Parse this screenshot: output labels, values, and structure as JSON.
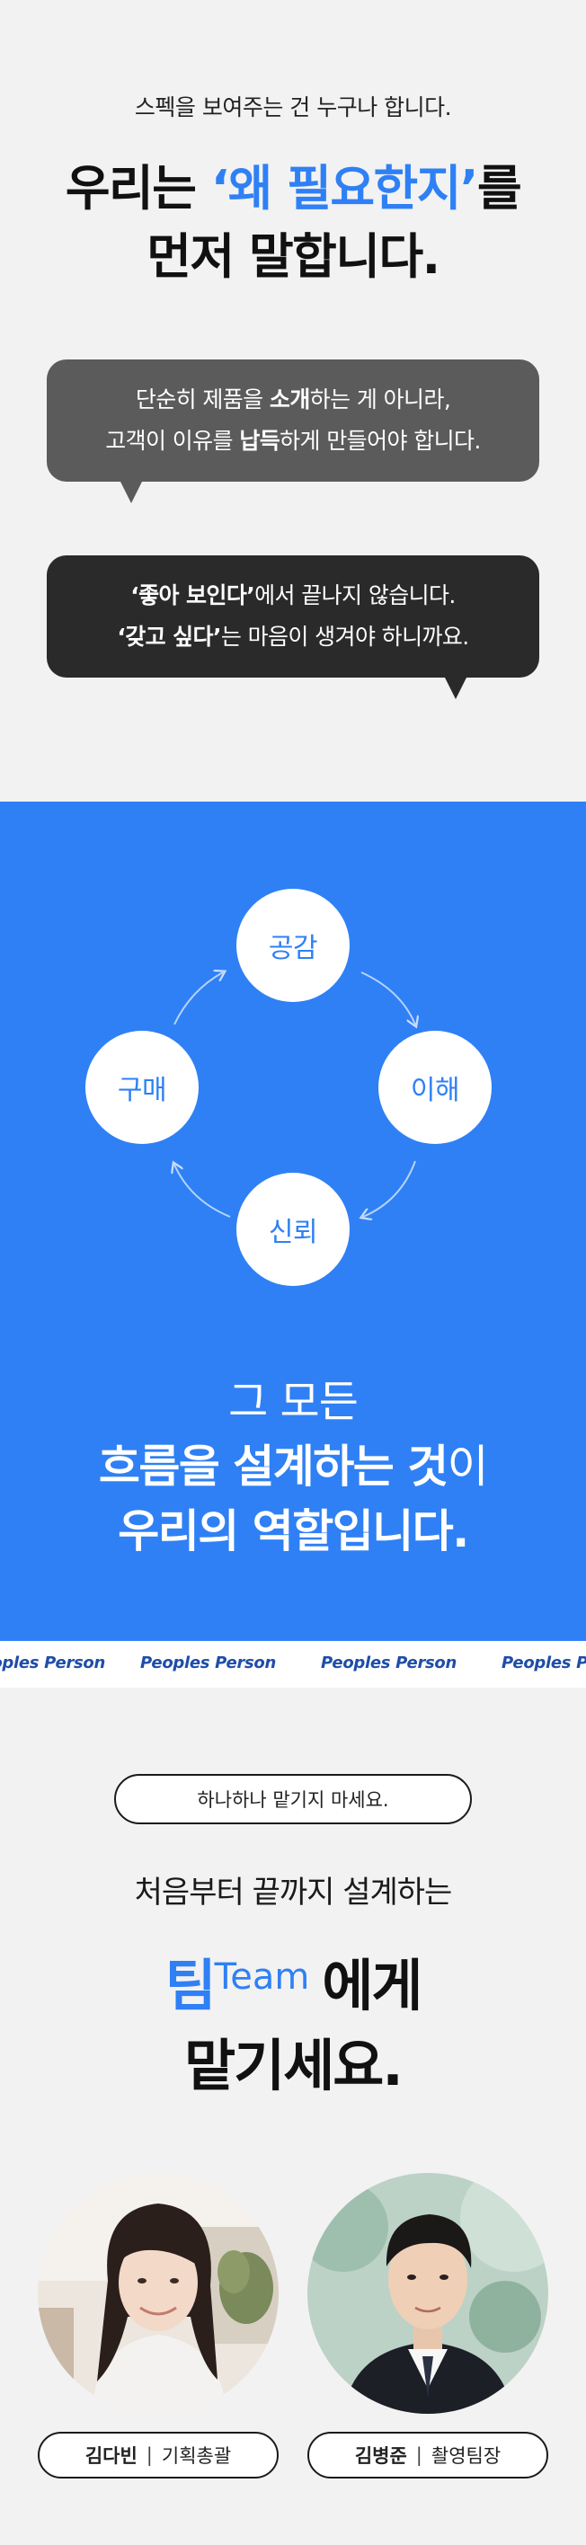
{
  "section1": {
    "subtitle": "스펙을 보여주는 건 누구나 합니다.",
    "headline_pre": "우리는 ",
    "headline_blue": "‘왜 필요한지’",
    "headline_post": "를",
    "headline_line2": "먼저 말합니다.",
    "bubble1": {
      "l1_a": "단순히 제품을 ",
      "l1_b": "소개",
      "l1_c": "하는 게 아니라,",
      "l2_a": "고객이 이유를 ",
      "l2_b": "납득",
      "l2_c": "하게 만들어야 합니다."
    },
    "bubble2": {
      "l1_a": "‘좋아 보인다’",
      "l1_b": "에서 끝나지 않습니다.",
      "l2_a": "‘갖고 싶다’",
      "l2_b": "는 마음이 생겨야 하니까요."
    },
    "colors": {
      "accent": "#2f80f5",
      "bubble1": "#5b5b5b",
      "bubble2": "#2a2a2a"
    }
  },
  "cycle": {
    "top": "공감",
    "right": "이해",
    "bottom": "신뢰",
    "left": "구매"
  },
  "section2": {
    "line1": "그 모든",
    "line2_bold": "흐름을 설계하는 것",
    "line2_thin": "이",
    "line3": "우리의 역할입니다.",
    "background": "#2f80f5"
  },
  "marquee": {
    "items": [
      "Peoples Person",
      "Peoples Person",
      "Peoples Person",
      "Peoples Person"
    ]
  },
  "section3": {
    "pill": "하나하나 맡기지 마세요.",
    "subtitle": "처음부터 끝까지 설계하는",
    "headline_blue": "팀",
    "headline_team": "Team",
    "headline_post": "에게",
    "headline_line2": "맡기세요.",
    "members": [
      {
        "name": "김다빈",
        "role": "기획총괄"
      },
      {
        "name": "김병준",
        "role": "촬영팀장"
      }
    ],
    "separator": "|"
  }
}
